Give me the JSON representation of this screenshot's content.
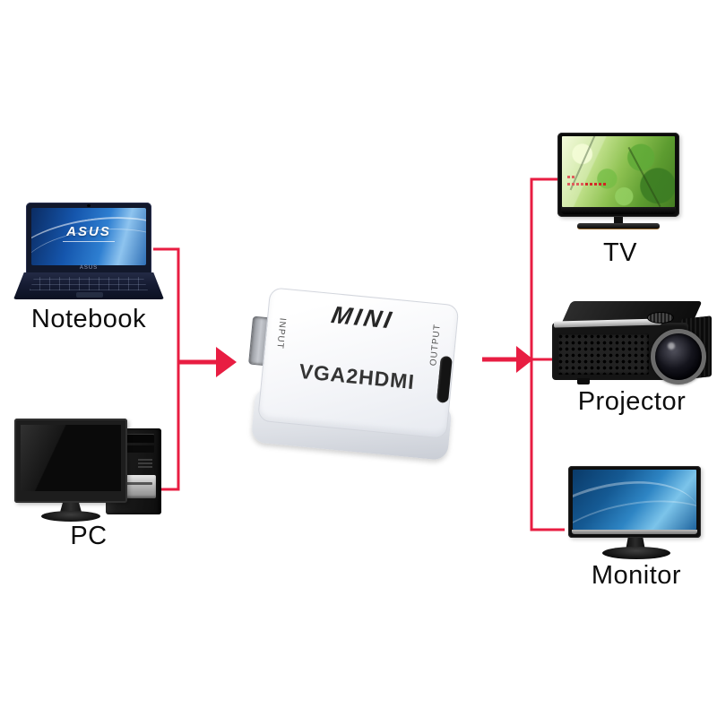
{
  "colors": {
    "connector_red": "#e81d42",
    "background": "#ffffff",
    "label_text": "#0d0d0d"
  },
  "converter": {
    "brand": "MINI",
    "model": "VGA2HDMI",
    "input_port_label": "INPUT",
    "output_port_label": "OUTPUT"
  },
  "sources": {
    "notebook": {
      "label": "Notebook",
      "screen_brand": "ASUS",
      "bezel_brand": "ASUS"
    },
    "pc": {
      "label": "PC"
    }
  },
  "displays": {
    "tv": {
      "label": "TV"
    },
    "projector": {
      "label": "Projector"
    },
    "monitor": {
      "label": "Monitor"
    }
  }
}
